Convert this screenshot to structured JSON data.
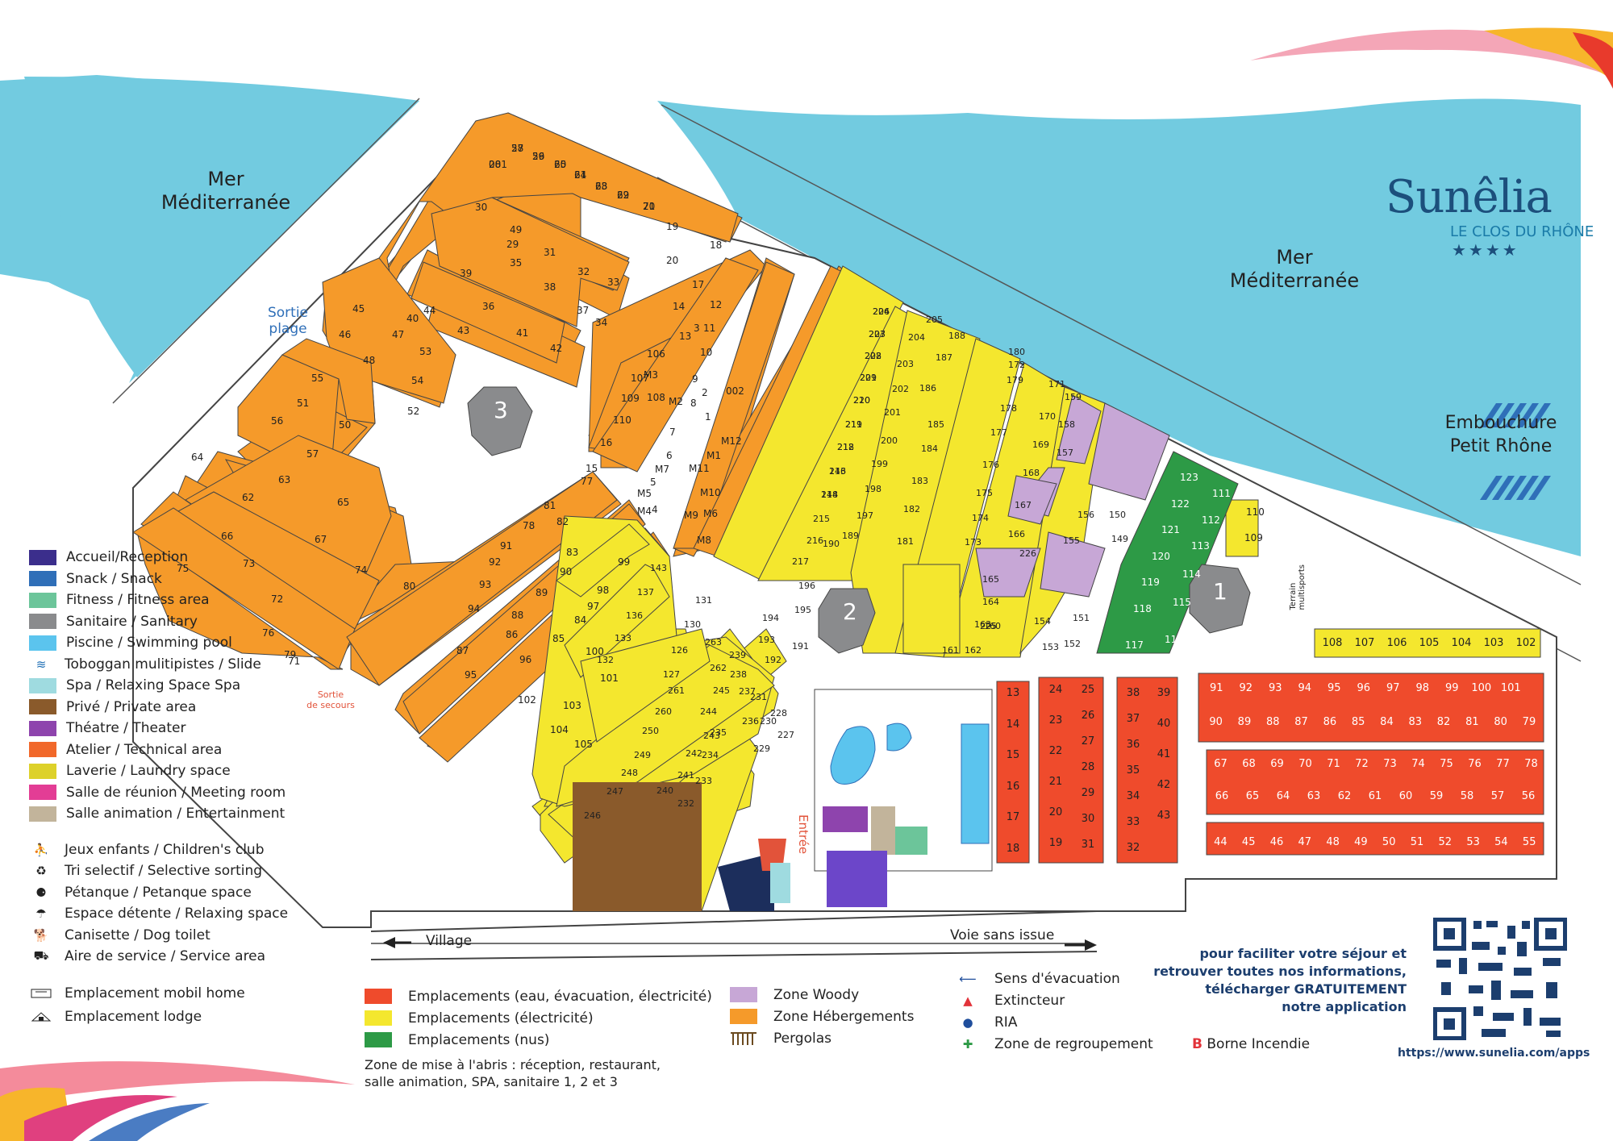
{
  "brand": {
    "name": "Sunêlia",
    "subtitle": "LE CLOS DU RHÔNE",
    "stars": "★★★★"
  },
  "water": {
    "sea_left": "Mer\nMéditerranée",
    "sea_right": "Mer\nMéditerranée",
    "river": "Embouchure\nPetit Rhône"
  },
  "labels": {
    "sortie_plage": "Sortie\nplage",
    "sortie_secours": "Sortie\nde secours",
    "entree": "Entrée",
    "terrain": "Terrain\nmultisports",
    "village": "Village",
    "voie": "Voie sans issue",
    "sanitaire_1": "1",
    "sanitaire_2": "2",
    "sanitaire_3": "3"
  },
  "legend_zones": [
    {
      "label": "Accueil/Reception",
      "color": "#3b2e8c",
      "icon": "swatch"
    },
    {
      "label": "Snack / Snack",
      "color": "#2f6fb8",
      "icon": "swatch"
    },
    {
      "label": "Fitness / Fitness area",
      "color": "#6cc59a",
      "icon": "swatch"
    },
    {
      "label": "Sanitaire / Sanitary",
      "color": "#8a8b8d",
      "icon": "swatch"
    },
    {
      "label": "Piscine / Swimming pool",
      "color": "#5bc4ee",
      "icon": "swatch"
    },
    {
      "label": "Toboggan mulitipistes / Slide",
      "color": "#1f6fb5",
      "icon": "slide-icon"
    },
    {
      "label": "Spa / Relaxing Space Spa",
      "color": "#9fdbe0",
      "icon": "swatch"
    },
    {
      "label": "Privé / Private area",
      "color": "#8a5a2b",
      "icon": "swatch"
    },
    {
      "label": "Théatre / Theater",
      "color": "#8e44ad",
      "icon": "swatch"
    },
    {
      "label": "Atelier / Technical area",
      "color": "#f1682a",
      "icon": "swatch"
    },
    {
      "label": "Laverie / Laundry space",
      "color": "#ddd12a",
      "icon": "swatch"
    },
    {
      "label": "Salle de réunion / Meeting room",
      "color": "#e33d95",
      "icon": "swatch"
    },
    {
      "label": "Salle animation / Entertainment",
      "color": "#c2b49b",
      "icon": "swatch"
    }
  ],
  "legend_services": [
    {
      "label": "Jeux enfants / Children's club",
      "icon": "playground-icon",
      "glyph": "⛹"
    },
    {
      "label": "Tri selectif / Selective sorting",
      "icon": "recycle-icon",
      "glyph": "♻"
    },
    {
      "label": "Pétanque / Petanque space",
      "icon": "petanque-icon",
      "glyph": "⚈"
    },
    {
      "label": "Espace détente / Relaxing space",
      "icon": "deckchair-icon",
      "glyph": "☂"
    },
    {
      "label": "Canisette / Dog toilet",
      "icon": "dog-icon",
      "glyph": "🐕"
    },
    {
      "label": "Aire de service / Service area",
      "icon": "service-area-icon",
      "glyph": "⛟"
    }
  ],
  "legend_accommodation": [
    {
      "label": "Emplacement mobil home",
      "icon": "mobile-home-icon"
    },
    {
      "label": "Emplacement lodge",
      "icon": "lodge-icon"
    }
  ],
  "legend_pitches": [
    {
      "label": "Emplacements (eau, évacuation, électricité)",
      "color": "#ef4b2c"
    },
    {
      "label": "Emplacements (électricité)",
      "color": "#f4e72e"
    },
    {
      "label": "Emplacements (nus)",
      "color": "#2d9a46"
    }
  ],
  "legend_zones2": [
    {
      "label": "Zone Woody",
      "color": "#c7a7d6"
    },
    {
      "label": "Zone Hébergements",
      "color": "#f59a2a"
    },
    {
      "label": "Pergolas",
      "color": "pergola"
    }
  ],
  "legend_safety": [
    {
      "label": "Sens d'évacuation",
      "icon": "evacuation-arrow-icon"
    },
    {
      "label": "Extincteur",
      "icon": "extinguisher-icon"
    },
    {
      "label": "RIA",
      "icon": "ria-icon"
    },
    {
      "label": "Zone de regroupement",
      "icon": "assembly-point-icon"
    }
  ],
  "borne": {
    "letter": "B",
    "label": "Borne Incendie"
  },
  "shelter_note": "Zone de mise à l'abris : réception, restaurant,\nsalle animation, SPA, sanitaire 1, 2 et 3",
  "app": {
    "text": "pour faciliter votre séjour et\nretrouver toutes nos informations,\ntélécharger GRATUITEMENT\nnotre application",
    "url": "https://www.sunelia.com/apps"
  },
  "colors": {
    "orange": "#f59a2a",
    "yellow": "#f4e72e",
    "red": "#ef4b2c",
    "green": "#2d9a46",
    "woody": "#c7a7d6",
    "sea": "#72cbe0",
    "brown": "#8a5a2b",
    "grey": "#8a8b8d"
  },
  "rows": {
    "red_top": [
      "91",
      "92",
      "93",
      "94",
      "95",
      "96",
      "97",
      "98",
      "99",
      "100",
      "101"
    ],
    "red_row2": [
      "90",
      "89",
      "88",
      "87",
      "86",
      "85",
      "84",
      "83",
      "82",
      "81",
      "80",
      "79"
    ],
    "red_row3": [
      "67",
      "68",
      "69",
      "70",
      "71",
      "72",
      "73",
      "74",
      "75",
      "76",
      "77",
      "78"
    ],
    "red_row4": [
      "66",
      "65",
      "64",
      "63",
      "62",
      "61",
      "60",
      "59",
      "58",
      "57",
      "56"
    ],
    "red_row5": [
      "44",
      "45",
      "46",
      "47",
      "48",
      "49",
      "50",
      "51",
      "52",
      "53",
      "54",
      "55"
    ],
    "red_col1": [
      "13",
      "14",
      "15",
      "16",
      "17",
      "18"
    ],
    "red_col2a": [
      "24",
      "23",
      "22",
      "21",
      "20",
      "19"
    ],
    "red_col2b": [
      "25",
      "26",
      "27",
      "28",
      "29",
      "30",
      "31"
    ],
    "red_col3a": [
      "38",
      "37",
      "36",
      "35",
      "34",
      "33",
      "32"
    ],
    "red_col3b": [
      "39",
      "40",
      "41",
      "42",
      "43"
    ],
    "yellow_row": [
      "108",
      "107",
      "106",
      "105",
      "104",
      "103",
      "102"
    ],
    "green": [
      "123",
      "111",
      "122",
      "112",
      "121",
      "113",
      "120",
      "114",
      "119",
      "115",
      "118",
      "116",
      "117"
    ],
    "yellow_small": [
      "110",
      "109"
    ]
  },
  "orange_numbers": [
    "28",
    "27",
    "26",
    "25",
    "24",
    "23",
    "22",
    "21",
    "19",
    "18",
    "20",
    "17",
    "30",
    "29",
    "39",
    "40",
    "49",
    "31",
    "32",
    "33",
    "34",
    "35",
    "38",
    "37",
    "36",
    "41",
    "42",
    "43",
    "44",
    "45",
    "46",
    "47",
    "48",
    "53",
    "54",
    "52",
    "55",
    "51",
    "50",
    "56",
    "57",
    "63",
    "64",
    "62",
    "65",
    "66",
    "67",
    "73",
    "74",
    "75",
    "72",
    "80",
    "76",
    "79",
    "71",
    "77",
    "81",
    "82",
    "78",
    "83",
    "91",
    "90",
    "92",
    "89",
    "93",
    "88",
    "94",
    "87",
    "95",
    "86",
    "96",
    "85",
    "84",
    "97",
    "98",
    "99",
    "100",
    "101",
    "102",
    "103",
    "104",
    "105",
    "106",
    "107",
    "108",
    "109",
    "110",
    "16",
    "15",
    "14",
    "13",
    "12",
    "11",
    "10",
    "9",
    "8",
    "7",
    "6",
    "5",
    "4",
    "3",
    "2",
    "1",
    "002",
    "M12",
    "M11",
    "M10",
    "M9",
    "M8",
    "M7",
    "M6",
    "M5",
    "M4",
    "M3",
    "M2",
    "M1",
    "001",
    "58",
    "59",
    "60",
    "61",
    "68",
    "69",
    "70"
  ],
  "yellow_numbers": [
    "206",
    "207",
    "208",
    "209",
    "210",
    "211",
    "212",
    "213",
    "214",
    "215",
    "216",
    "217",
    "205",
    "204",
    "203",
    "202",
    "201",
    "200",
    "199",
    "198",
    "197",
    "196",
    "195",
    "194",
    "193",
    "192",
    "191",
    "190",
    "189",
    "188",
    "187",
    "186",
    "185",
    "184",
    "183",
    "182",
    "181",
    "180",
    "179",
    "178",
    "177",
    "176",
    "175",
    "174",
    "173",
    "172",
    "171",
    "170",
    "169",
    "168",
    "167",
    "166",
    "165",
    "164",
    "163",
    "162",
    "161",
    "160",
    "159",
    "158",
    "157",
    "156",
    "155",
    "154",
    "153",
    "152",
    "151",
    "150",
    "149",
    "143",
    "137",
    "136",
    "133",
    "132",
    "131",
    "130",
    "126",
    "127",
    "263",
    "262",
    "261",
    "260",
    "250",
    "249",
    "248",
    "247",
    "246",
    "245",
    "244",
    "243",
    "242",
    "241",
    "240",
    "239",
    "238",
    "237",
    "236",
    "235",
    "234",
    "233",
    "232",
    "231",
    "230",
    "229",
    "228",
    "227",
    "226",
    "225",
    "224",
    "223",
    "222",
    "221",
    "220",
    "219",
    "218",
    "146",
    "148"
  ]
}
